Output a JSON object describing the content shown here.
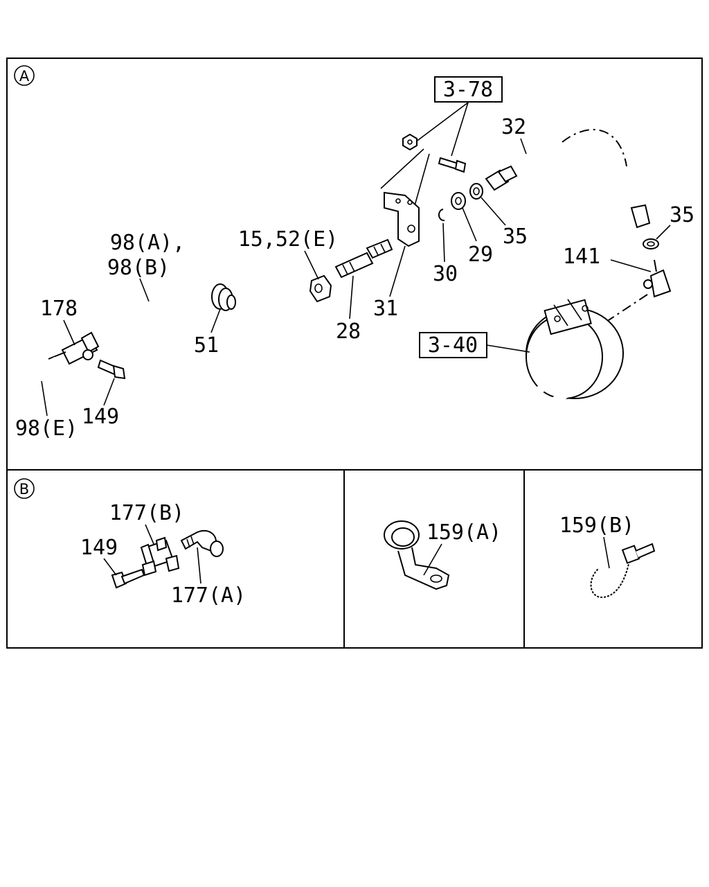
{
  "sections": {
    "A": "A",
    "B": "B"
  },
  "labels": {
    "ref_3_78": "3-78",
    "ref_3_40": "3-40",
    "p32": "32",
    "p35a": "35",
    "p35b": "35",
    "p29": "29",
    "p30": "30",
    "p31": "31",
    "p28": "28",
    "p141": "141",
    "p15_52e": "15,52(E)",
    "p98ab_1": "98(A),",
    "p98ab_2": "98(B)",
    "p178": "178",
    "p51": "51",
    "p149": "149",
    "p98e": "98(E)",
    "b_177b": "177(B)",
    "b_149": "149",
    "b_177a": "177(A)",
    "p159a": "159(A)",
    "p159b": "159(B)"
  }
}
